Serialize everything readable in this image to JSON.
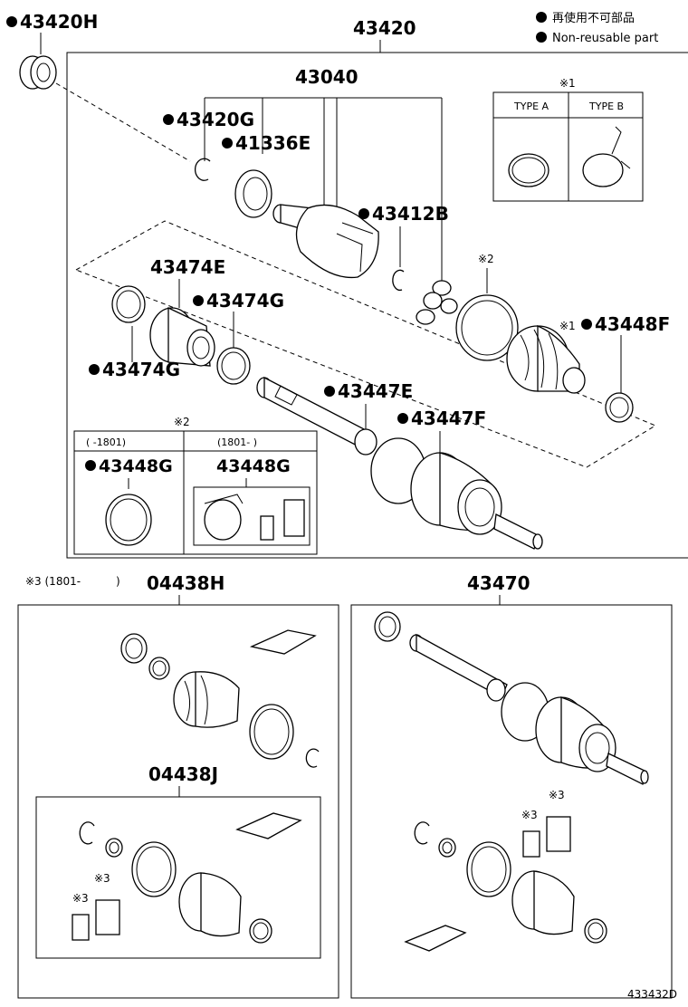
{
  "legend": {
    "line1": "再使用不可部品",
    "line2": "Non-reusable part"
  },
  "callouts": {
    "p43420h": "43420H",
    "p43420": "43420",
    "p43040": "43040",
    "p43420g": "43420G",
    "p41336e": "41336E",
    "p43412b": "43412B",
    "p43474e": "43474E",
    "p43474g_a": "43474G",
    "p43474g_b": "43474G",
    "p43448f": "43448F",
    "p43447e": "43447E",
    "p43447f": "43447F",
    "p43448g_a": "43448G",
    "p43448g_b": "43448G",
    "p04438h": "04438H",
    "p04438j": "04438J",
    "p43470": "43470",
    "diagram_code": "433432D"
  },
  "notes": {
    "note1": "※1",
    "note2_top": "※2",
    "note1_side": "※1",
    "note2_box": "※2",
    "note3_header": "※3 (1801-",
    "note3_header_close": ")",
    "note3_a": "※3",
    "note3_b": "※3",
    "note3_c": "※3",
    "note3_d": "※3"
  },
  "type_box": {
    "type_a": "TYPE A",
    "type_b": "TYPE B"
  },
  "period_box": {
    "left_header": "(      -1801)",
    "right_header": "(1801-      )"
  }
}
